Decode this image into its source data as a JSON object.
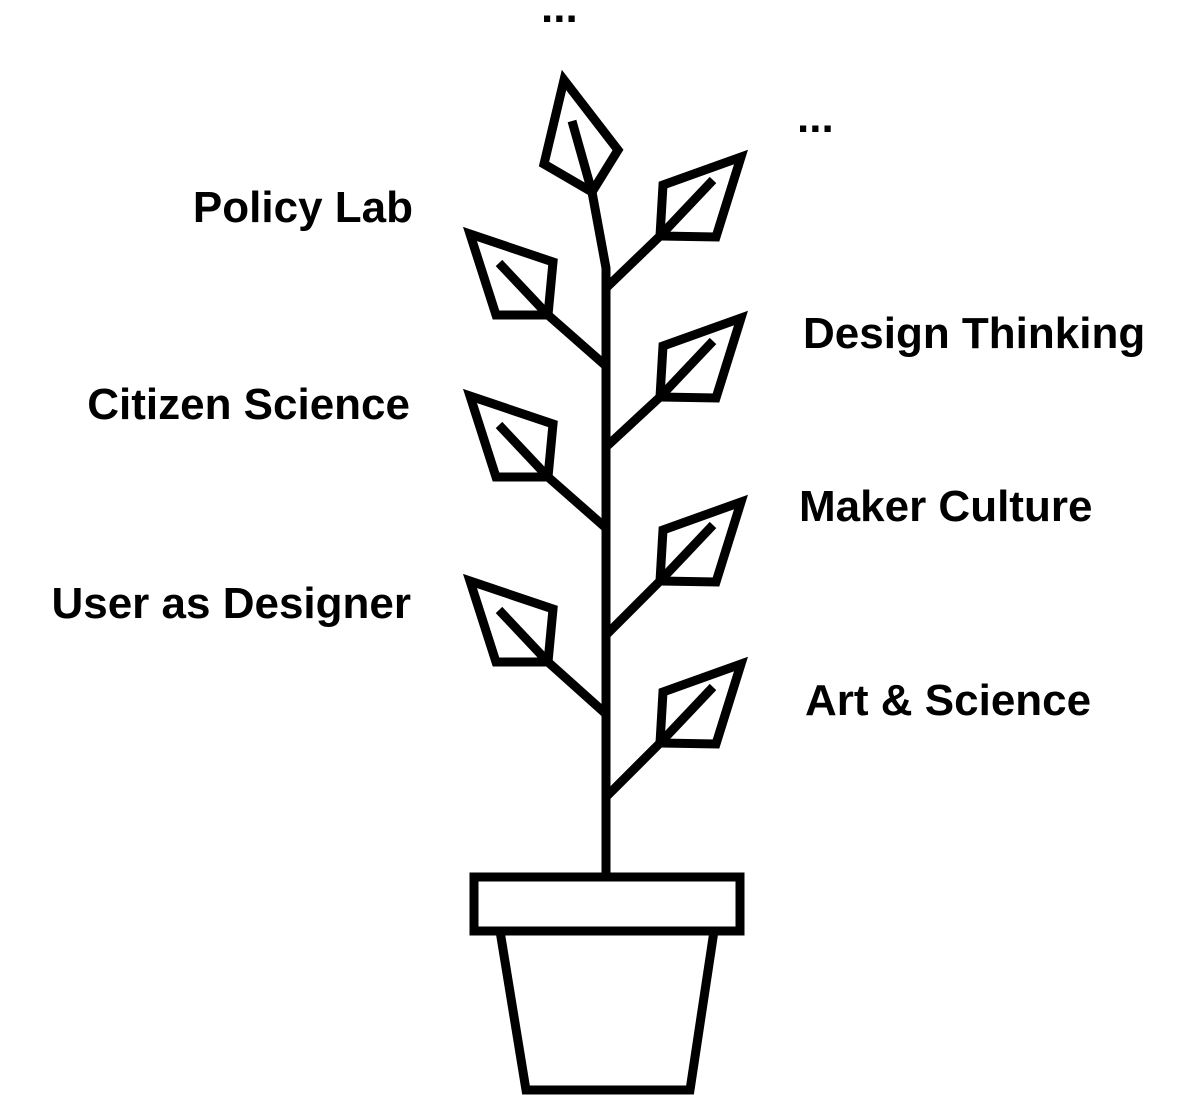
{
  "labels": {
    "top_ellipsis": "...",
    "top_right_ellipsis": "...",
    "policy_lab": "Policy Lab",
    "citizen_science": "Citizen Science",
    "user_as_designer": "User as Designer",
    "design_thinking": "Design Thinking",
    "maker_culture": "Maker Culture",
    "art_and_science": "Art & Science"
  },
  "colors": {
    "stroke": "#000000",
    "background": "#ffffff"
  }
}
